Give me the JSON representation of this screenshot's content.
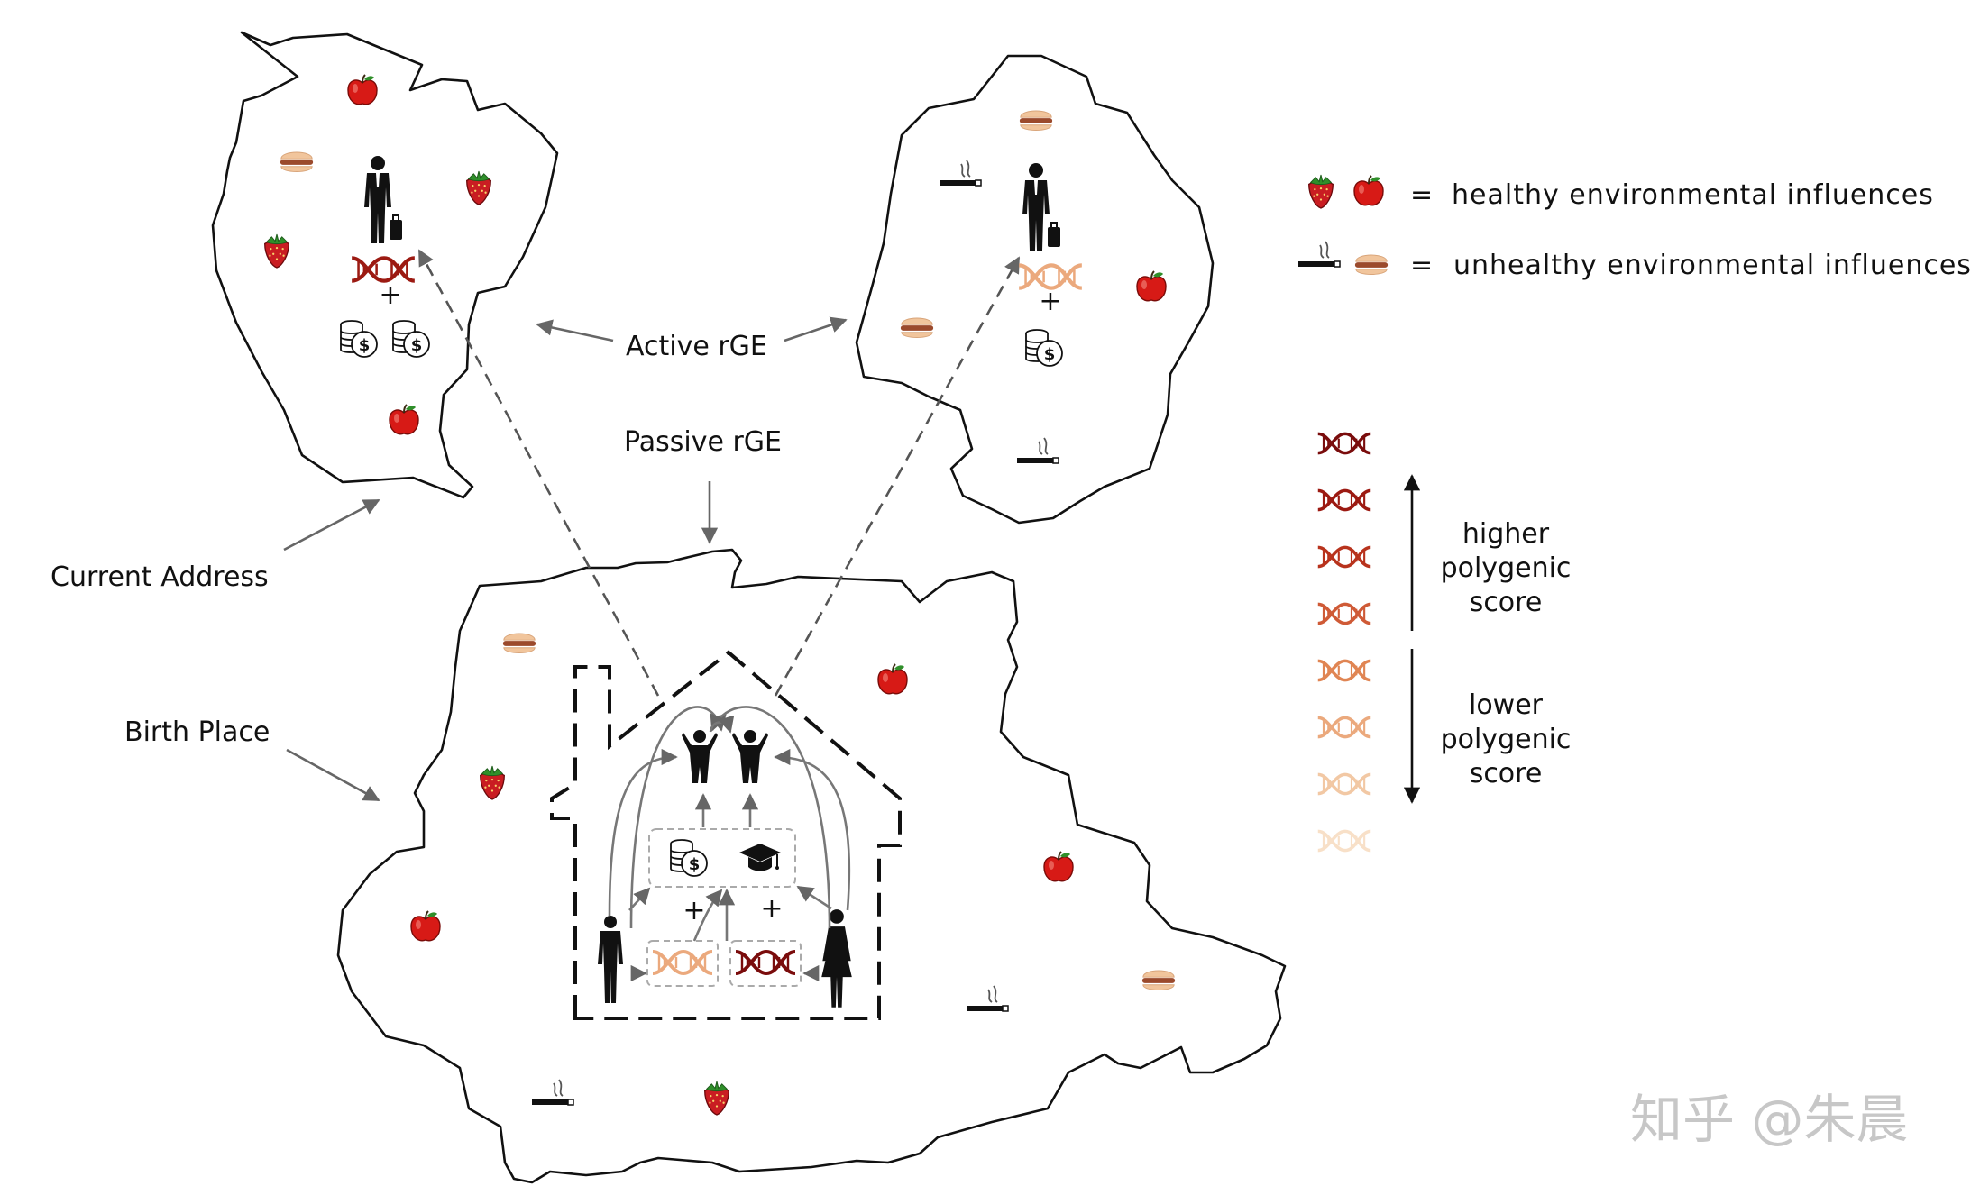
{
  "labels": {
    "active_rge": "Active rGE",
    "passive_rge": "Passive rGE",
    "current_address": "Current Address",
    "birth_place": "Birth Place",
    "plus": "+",
    "equals": "="
  },
  "legend": {
    "healthy": "healthy environmental influences",
    "unhealthy": "unhealthy environmental influences",
    "higher": [
      "higher",
      "polygenic",
      "score"
    ],
    "lower": [
      "lower",
      "polygenic",
      "score"
    ]
  },
  "dna_scale_colors": [
    "#7a0c0c",
    "#9c1a12",
    "#b8331d",
    "#cf5a36",
    "#e08553",
    "#eba97d",
    "#f2c8a4",
    "#f8e0c8"
  ],
  "colors": {
    "healthy_red": "#d71a16",
    "strawberry": "#c91d22",
    "burger": "#d98c63",
    "arrow": "#666666"
  },
  "watermark": "知乎 @朱晨",
  "icons": [
    "strawberry-icon",
    "apple-icon",
    "burger-icon",
    "cigarette-icon",
    "coins-icon",
    "graduation-cap-icon",
    "dna-icon",
    "man-icon",
    "woman-icon",
    "child-icon",
    "businessman-icon"
  ]
}
